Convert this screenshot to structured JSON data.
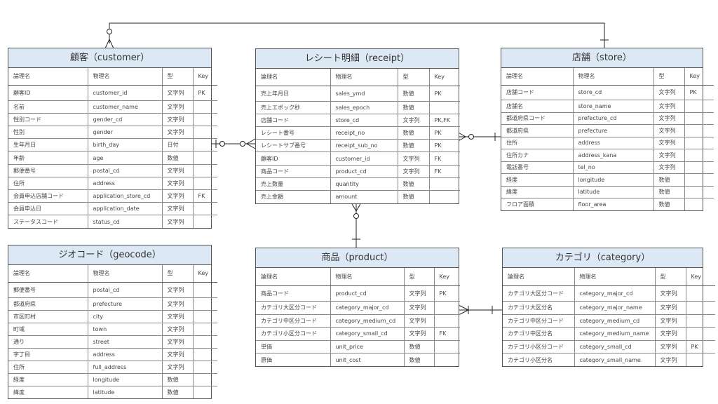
{
  "columns": [
    "論理名",
    "物理名",
    "型",
    "Key"
  ],
  "entities": {
    "customer": {
      "title": "顧客（customer）",
      "rows": [
        [
          "顧客ID",
          "customer_id",
          "文字列",
          "PK"
        ],
        [
          "名前",
          "customer_name",
          "文字列",
          ""
        ],
        [
          "性別コード",
          "gender_cd",
          "文字列",
          ""
        ],
        [
          "性別",
          "gender",
          "文字列",
          ""
        ],
        [
          "生年月日",
          "birth_day",
          "日付",
          ""
        ],
        [
          "年齢",
          "age",
          "数値",
          ""
        ],
        [
          "郵便番号",
          "postal_cd",
          "文字列",
          ""
        ],
        [
          "住所",
          "address",
          "文字列",
          ""
        ],
        [
          "会員申込店舗コード",
          "application_store_cd",
          "文字列",
          "FK"
        ],
        [
          "会員申込日",
          "application_date",
          "文字列",
          ""
        ],
        [
          "ステータスコード",
          "status_cd",
          "文字列",
          ""
        ]
      ]
    },
    "receipt": {
      "title": "レシート明細（receipt）",
      "rows": [
        [
          "売上年月日",
          "sales_ymd",
          "数値",
          "PK"
        ],
        [
          "売上エポック秒",
          "sales_epoch",
          "数値",
          ""
        ],
        [
          "店舗コード",
          "store_cd",
          "文字列",
          "PK,FK"
        ],
        [
          "レシート番号",
          "receipt_no",
          "数値",
          "PK"
        ],
        [
          "レシートサブ番号",
          "receipt_sub_no",
          "数値",
          "PK"
        ],
        [
          "顧客ID",
          "customer_id",
          "文字列",
          "FK"
        ],
        [
          "商品コード",
          "product_cd",
          "文字列",
          "FK"
        ],
        [
          "売上数量",
          "quantity",
          "数値",
          ""
        ],
        [
          "売上金額",
          "amount",
          "数値",
          ""
        ]
      ]
    },
    "store": {
      "title": "店舗（store）",
      "rows": [
        [
          "店舗コード",
          "store_cd",
          "文字列",
          "PK"
        ],
        [
          "店舗名",
          "store_name",
          "文字列",
          ""
        ],
        [
          "都道府県コード",
          "prefecture_cd",
          "文字列",
          ""
        ],
        [
          "都道府県",
          "prefecture",
          "文字列",
          ""
        ],
        [
          "住所",
          "address",
          "文字列",
          ""
        ],
        [
          "住所カナ",
          "address_kana",
          "文字列",
          ""
        ],
        [
          "電話番号",
          "tel_no",
          "文字列",
          ""
        ],
        [
          "経度",
          "longitude",
          "数値",
          ""
        ],
        [
          "緯度",
          "latitude",
          "数値",
          ""
        ],
        [
          "フロア面積",
          "floor_area",
          "数値",
          ""
        ]
      ]
    },
    "geocode": {
      "title": "ジオコード（geocode）",
      "rows": [
        [
          "郵便番号",
          "postal_cd",
          "文字列",
          ""
        ],
        [
          "都道府県",
          "prefecture",
          "文字列",
          ""
        ],
        [
          "市区町村",
          "city",
          "文字列",
          ""
        ],
        [
          "町域",
          "town",
          "文字列",
          ""
        ],
        [
          "通り",
          "street",
          "文字列",
          ""
        ],
        [
          "字丁目",
          "address",
          "文字列",
          ""
        ],
        [
          "住所",
          "full_address",
          "文字列",
          ""
        ],
        [
          "経度",
          "longitude",
          "数値",
          ""
        ],
        [
          "緯度",
          "latitude",
          "数値",
          ""
        ]
      ]
    },
    "product": {
      "title": "商品（product）",
      "rows": [
        [
          "商品コード",
          "product_cd",
          "文字列",
          "PK"
        ],
        [
          "カテゴリ大区分コード",
          "category_major_cd",
          "文字列",
          ""
        ],
        [
          "カテゴリ中区分コード",
          "category_medium_cd",
          "文字列",
          ""
        ],
        [
          "カテゴリ小区分コード",
          "category_small_cd",
          "文字列",
          "FK"
        ],
        [
          "単価",
          "unit_price",
          "数値",
          ""
        ],
        [
          "原価",
          "unit_cost",
          "数値",
          ""
        ]
      ]
    },
    "category": {
      "title": "カテゴリ（category）",
      "rows": [
        [
          "カテゴリ大区分コード",
          "category_major_cd",
          "文字列",
          ""
        ],
        [
          "カテゴリ大区分名",
          "category_major_name",
          "文字列",
          ""
        ],
        [
          "カテゴリ中区分コード",
          "category_medium_cd",
          "文字列",
          ""
        ],
        [
          "カテゴリ中区分名",
          "category_medium_name",
          "文字列",
          ""
        ],
        [
          "カテゴリ小区分コード",
          "category_small_cd",
          "文字列",
          "PK"
        ],
        [
          "カテゴリ小区分名",
          "category_small_name",
          "文字列",
          ""
        ]
      ]
    }
  },
  "relationships": [
    {
      "from": "store",
      "to": "customer",
      "from_end": "one",
      "to_end": "zero-or-many"
    },
    {
      "from": "customer",
      "to": "receipt",
      "from_end": "zero-or-one",
      "to_end": "zero-or-many"
    },
    {
      "from": "store",
      "to": "receipt",
      "from_end": "one",
      "to_end": "zero-or-many"
    },
    {
      "from": "product",
      "to": "receipt",
      "from_end": "one",
      "to_end": "zero-or-many"
    },
    {
      "from": "category",
      "to": "product",
      "from_end": "one",
      "to_end": "many"
    }
  ]
}
